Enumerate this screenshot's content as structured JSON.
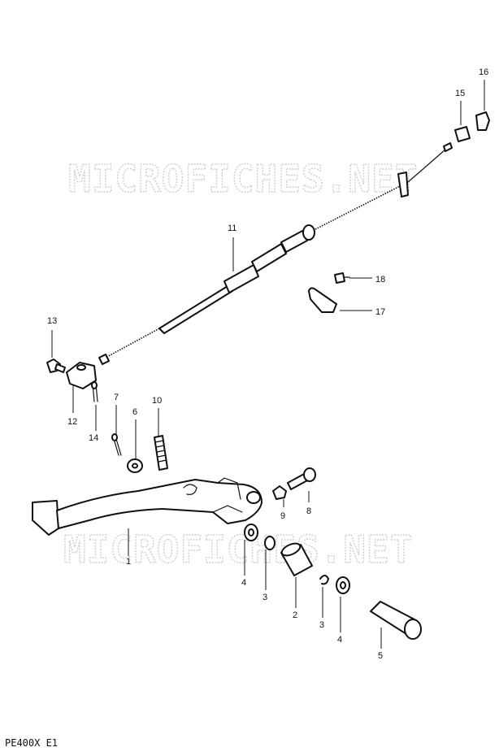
{
  "watermark": {
    "text": "MICROFICHES.NET"
  },
  "footer": {
    "code": "PE400X E1"
  },
  "callouts": {
    "p1": "1",
    "p2": "2",
    "p3a": "3",
    "p3b": "3",
    "p4a": "4",
    "p4b": "4",
    "p5": "5",
    "p6": "6",
    "p7": "7",
    "p8": "8",
    "p9": "9",
    "p10": "10",
    "p11": "11",
    "p12": "12",
    "p13": "13",
    "p14": "14",
    "p15": "15",
    "p16": "16",
    "p17": "17",
    "p18": "18"
  }
}
